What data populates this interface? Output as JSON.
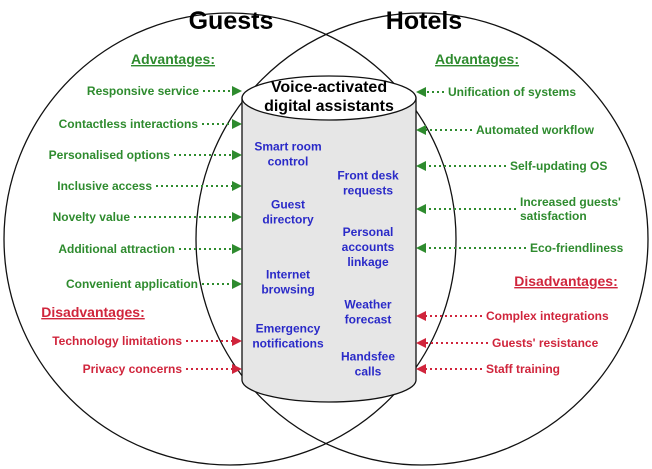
{
  "titles": {
    "left": "Guests",
    "right": "Hotels"
  },
  "cylinder": {
    "title_line1": "Voice-activated",
    "title_line2": "digital assistants"
  },
  "guests": {
    "advantages_title": "Advantages:",
    "advantages": [
      "Responsive service",
      "Contactless interactions",
      "Personalised options",
      "Inclusive access",
      "Novelty value",
      "Additional attraction",
      "Convenient application"
    ],
    "disadvantages_title": "Disadvantages:",
    "disadvantages": [
      "Technology limitations",
      "Privacy concerns"
    ]
  },
  "hotels": {
    "advantages_title": "Advantages:",
    "advantages": [
      "Unification of systems",
      "Automated workflow",
      "Self-updating OS",
      "Increased guests'|satisfaction",
      "Eco-friendliness"
    ],
    "disadvantages_title": "Disadvantages:",
    "disadvantages": [
      "Complex integrations",
      "Guests' resistance",
      "Staff training"
    ]
  },
  "features_left": [
    "Smart room|control",
    "Guest|directory",
    "Internet|browsing",
    "Emergency|notifications"
  ],
  "features_right": [
    "Front desk|requests",
    "Personal|accounts|linkage",
    "Weather|forecast",
    "Handsfee|calls"
  ],
  "colors": {
    "advantage": "#2e8b2e",
    "disadvantage": "#d0253c",
    "feature": "#2a2ac8",
    "cylinder_fill": "#e6e6e6"
  }
}
